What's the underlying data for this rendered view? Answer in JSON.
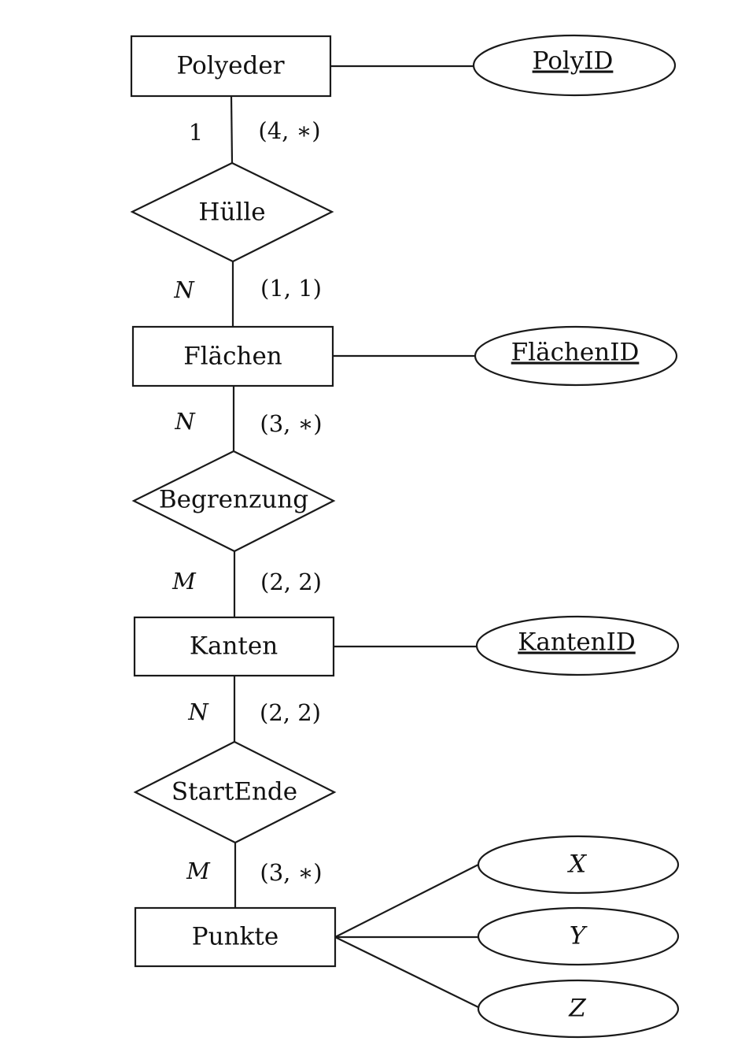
{
  "entities": {
    "polyeder": "Polyeder",
    "flaechen": "Flächen",
    "kanten": "Kanten",
    "punkte": "Punkte"
  },
  "relationships": {
    "huelle": "Hülle",
    "begrenzung": "Begrenzung",
    "startende": "StartEnde"
  },
  "attributes": {
    "poly_id": "PolyID",
    "flaechen_id": "FlächenID",
    "kanten_id": "KantenID",
    "x": "X",
    "y": "Y",
    "z": "Z"
  },
  "cardinalities": {
    "polyeder_huelle_chen": "1",
    "polyeder_huelle_minmax": "(4, ∗)",
    "flaechen_huelle_chen": "N",
    "flaechen_huelle_minmax": "(1, 1)",
    "flaechen_begrenzung_chen": "N",
    "flaechen_begrenzung_minmax": "(3, ∗)",
    "kanten_begrenzung_chen": "M",
    "kanten_begrenzung_minmax": "(2, 2)",
    "kanten_startende_chen": "N",
    "kanten_startende_minmax": "(2, 2)",
    "punkte_startende_chen": "M",
    "punkte_startende_minmax": "(3, ∗)"
  }
}
